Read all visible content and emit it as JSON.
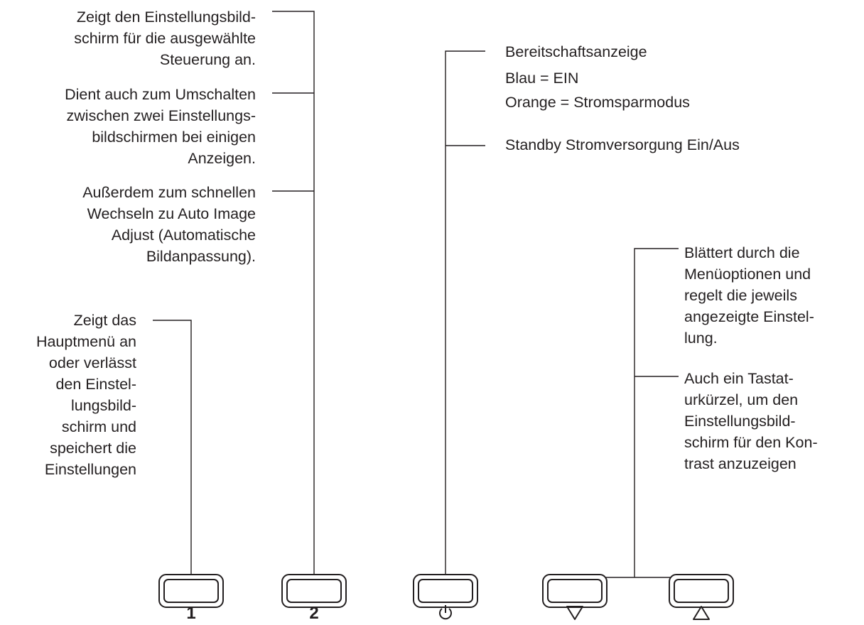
{
  "callouts": {
    "key2_a": "Zeigt den Einstellungsbild-\nschirm für die ausgewählte\nSteuerung an.",
    "key2_b": "Dient auch zum Umschalten\nzwischen zwei Einstellungs-\nbildschirmen bei einigen\nAnzeigen.",
    "key2_c": "Außerdem zum schnellen\nWechseln zu Auto Image\nAdjust (Automatische\nBildanpassung).",
    "key1": "Zeigt das\nHauptmenü an\noder verlässt\nden Einstel-\nlungsbild-\nschirm und\nspeichert die\nEinstellungen",
    "power_indicator": "Bereitschaftsanzeige",
    "power_blue": "Blau = EIN",
    "power_orange": "Orange = Stromsparmodus",
    "power_switch": "Standby Stromversorgung Ein/Aus",
    "arrows_a": "Blättert durch die\nMenüoptionen und\nregelt die jeweils\nangezeigte Einstel-\nlung.",
    "arrows_b": "Auch ein Tastat-\nurkürzel, um den\nEinstellungsbild-\nschirm für den Kon-\ntrast anzuzeigen"
  },
  "buttons": {
    "key1_label": "1",
    "key2_label": "2",
    "power_icon": "power-icon",
    "down_icon": "down-triangle-icon",
    "up_icon": "up-triangle-icon"
  }
}
